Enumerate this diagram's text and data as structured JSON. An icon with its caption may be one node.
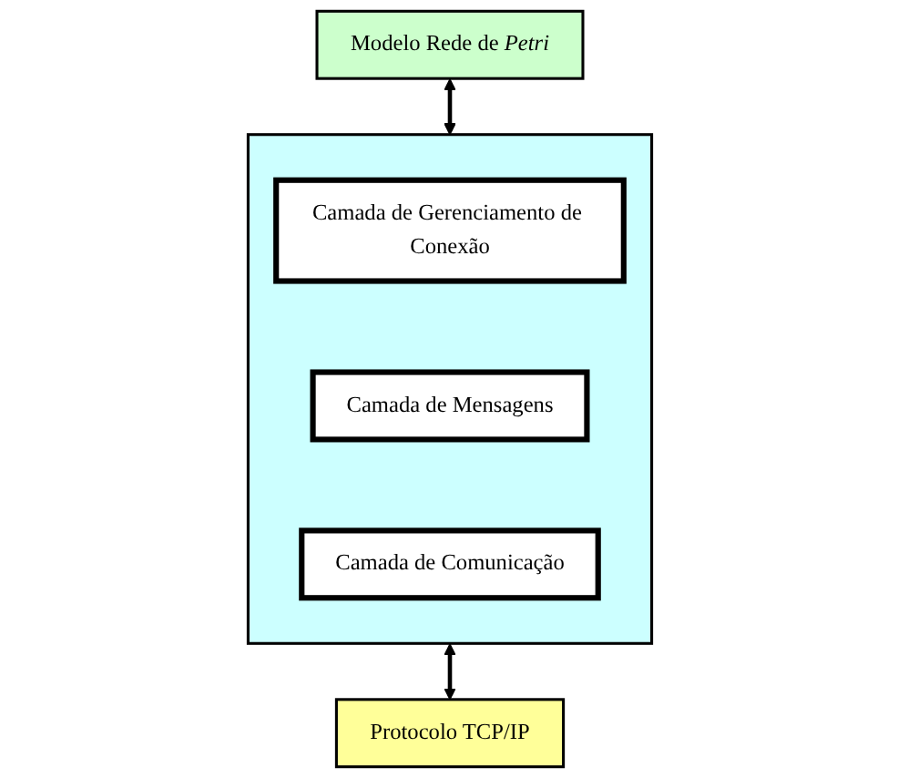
{
  "diagram": {
    "nodes": [
      {
        "text": [
          "Modelo Rede de *Petri*"
        ]
      },
      {
        "text": [],
        "shape": "box"
      },
      {
        "text": [
          "Camada de Gerenciamento de Conexão"
        ],
        "in": 1
      },
      {
        "text": [
          "Camada de Mensagens"
        ],
        "in": 1
      },
      {
        "text": [
          "Camada de Comunicação"
        ],
        "in": 1
      },
      {
        "text": [
          "Protocolo TCP/IP"
        ]
      }
    ],
    "edges": [
      {
        "from": 0,
        "to": 1,
        "arrow": "both"
      },
      {
        "from": 1,
        "to": 5,
        "arrow": "both"
      }
    ]
  }
}
